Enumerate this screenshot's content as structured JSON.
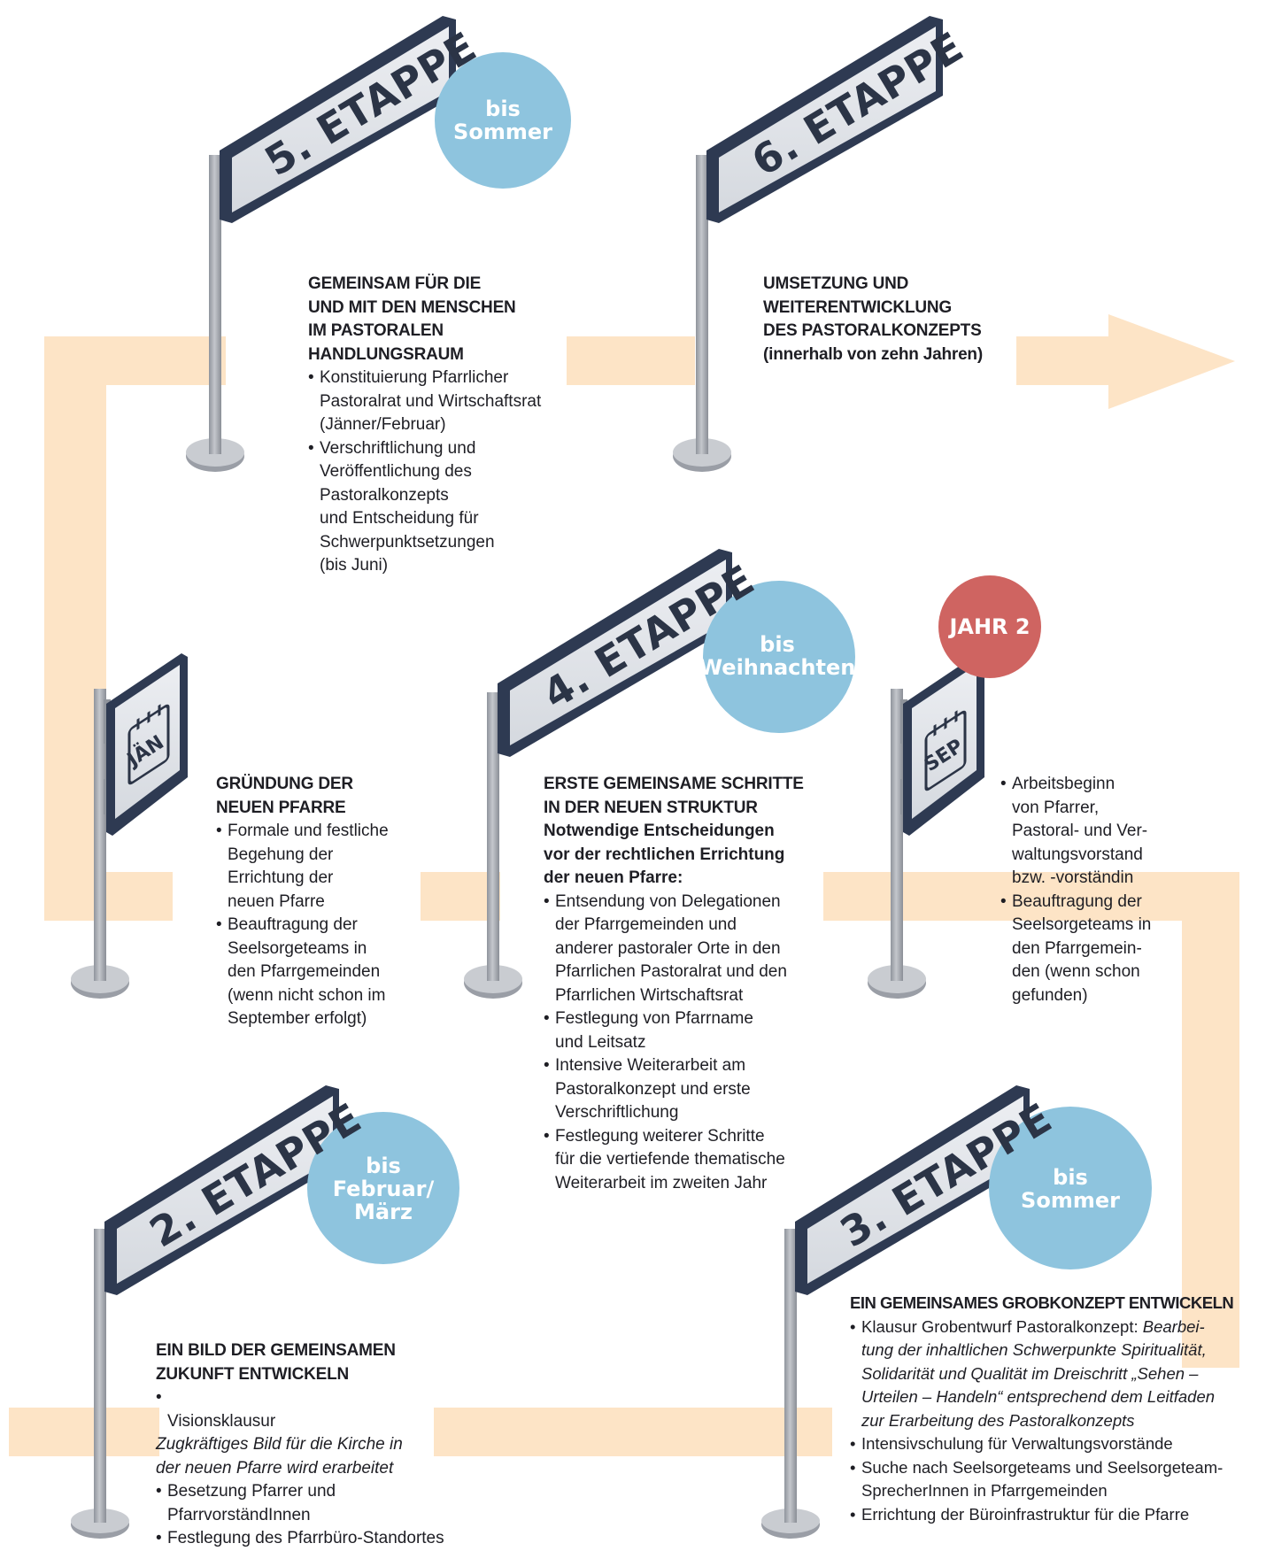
{
  "colors": {
    "path": "#fde4c6",
    "bubble": "#8ec4de",
    "year_badge": "#cf6461",
    "sign_frame": "#2e3a52",
    "sign_face": "#e2e5ea",
    "pole": "#a9adb4"
  },
  "etappe2": {
    "sign": "2. ETAPPE",
    "bubble": [
      "bis",
      "Februar/",
      "März"
    ],
    "title": "EIN BILD DER GEMEINSAMEN\nZUKUNFT ENTWICKELN",
    "b1": "Visionsklausur",
    "b1_italic": "Zugkräftiges Bild für die Kirche in\nder neuen Pfarre wird erarbeitet",
    "b2": "Besetzung Pfarrer und\nPfarrvorständInnen",
    "b3": "Festlegung des Pfarrbüro-Standortes"
  },
  "etappe3": {
    "sign": "3. ETAPPE",
    "bubble": [
      "bis",
      "Sommer"
    ],
    "title": "EIN GEMEINSAMES GROBKONZEPT ENTWICKELN",
    "b1": "Klausur Grobentwurf Pastoralkonzept: ",
    "b1_italic": "Bearbei-\ntung der inhaltlichen Schwerpunkte Spiritualität,\nSolidarität und Qualität im Dreischritt „Sehen –\nUrteilen – Handeln“ entsprechend dem Leitfaden\nzur Erarbeitung des Pastoralkonzepts",
    "b2": "Intensivschulung für Verwaltungsvorstände",
    "b3": "Suche nach Seelsorgeteams und Seelsorgeteam-\nSprecherInnen in Pfarrgemeinden",
    "b4": "Errichtung der Büroinfrastruktur für die Pfarre"
  },
  "sep": {
    "badge": "JAHR 2",
    "calendar": "SEP",
    "b1": "Arbeitsbeginn\nvon Pfarrer,\nPastoral- und Ver-\nwaltungsvorstand\nbzw. -vorständin",
    "b2": "Beauftragung der\nSeelsorgeteams in\nden Pfarrgemein-\nden (wenn schon\ngefunden)"
  },
  "etappe4": {
    "sign": "4. ETAPPE",
    "bubble": [
      "bis",
      "Weihnachten"
    ],
    "title": "ERSTE GEMEINSAME SCHRITTE\nIN DER NEUEN STRUKTUR",
    "subtitle": "Notwendige Entscheidungen\nvor der rechtlichen Errichtung\nder neuen Pfarre:",
    "b1": "Entsendung von Delegationen\nder Pfarrgemeinden und\nanderer pastoraler Orte in den\nPfarrlichen Pastoralrat und den\nPfarrlichen Wirtschaftsrat",
    "b2": "Festlegung von Pfarrname\nund Leitsatz",
    "b3": "Intensive Weiterarbeit am\nPastoralkonzept und erste\nVerschriftlichung",
    "b4": "Festlegung weiterer Schritte\nfür die vertiefende thematische\nWeiterarbeit im zweiten Jahr"
  },
  "jan": {
    "calendar": "JÄN",
    "title": "GRÜNDUNG DER\nNEUEN PFARRE",
    "b1": "Formale und festliche\nBegehung der\nErrichtung der\nneuen Pfarre",
    "b2": "Beauftragung der\nSeelsorgeteams in\nden Pfarrgemeinden\n(wenn nicht schon im\nSeptember erfolgt)"
  },
  "etappe5": {
    "sign": "5. ETAPPE",
    "bubble": [
      "bis",
      "Sommer"
    ],
    "title": "GEMEINSAM FÜR DIE\nUND MIT DEN MENSCHEN\nIM PASTORALEN\nHANDLUNGSRAUM",
    "b1": "Konstituierung Pfarrlicher\nPastoralrat und Wirtschaftsrat\n(Jänner/Februar)",
    "b2": "Verschriftlichung und\nVeröffentlichung des\nPastoralkonzepts\nund Entscheidung für\nSchwerpunktsetzungen\n(bis Juni)"
  },
  "etappe6": {
    "sign": "6. ETAPPE",
    "title": "UMSETZUNG UND\nWEITERENTWICKLUNG\nDES PASTORALKONZEPTS\n(innerhalb von zehn Jahren)"
  }
}
